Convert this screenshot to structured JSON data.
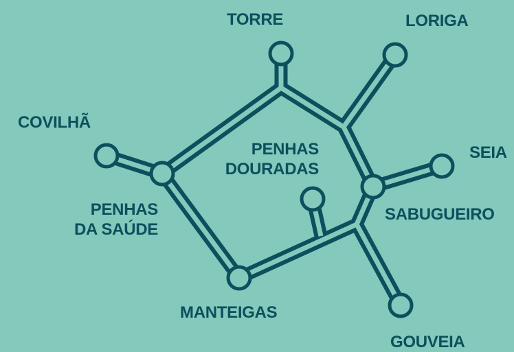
{
  "colors": {
    "background": "#84c9bc",
    "route": "#0d4f5c",
    "label": "#0d4f5c"
  },
  "places": {
    "torre": "TORRE",
    "loriga": "LORIGA",
    "covilha": "COVILHÃ",
    "seia": "SEIA",
    "penhas_douradas": [
      "PENHAS",
      "DOURADAS"
    ],
    "penhas_da_saude": [
      "PENHAS",
      "DA SAÚDE"
    ],
    "sabugueiro": "SABUGUEIRO",
    "manteigas": "MANTEIGAS",
    "gouveia": "GOUVEIA"
  },
  "routes": [
    [
      "covilha",
      "penhas_da_saude"
    ],
    [
      "penhas_da_saude",
      "torre"
    ],
    [
      "torre",
      "sabugueiro"
    ],
    [
      "loriga",
      "sabugueiro"
    ],
    [
      "seia",
      "sabugueiro"
    ],
    [
      "sabugueiro",
      "gouveia"
    ],
    [
      "penhas_da_saude",
      "manteigas"
    ],
    [
      "manteigas",
      "sabugueiro"
    ],
    [
      "penhas_douradas",
      "manteigas"
    ]
  ]
}
